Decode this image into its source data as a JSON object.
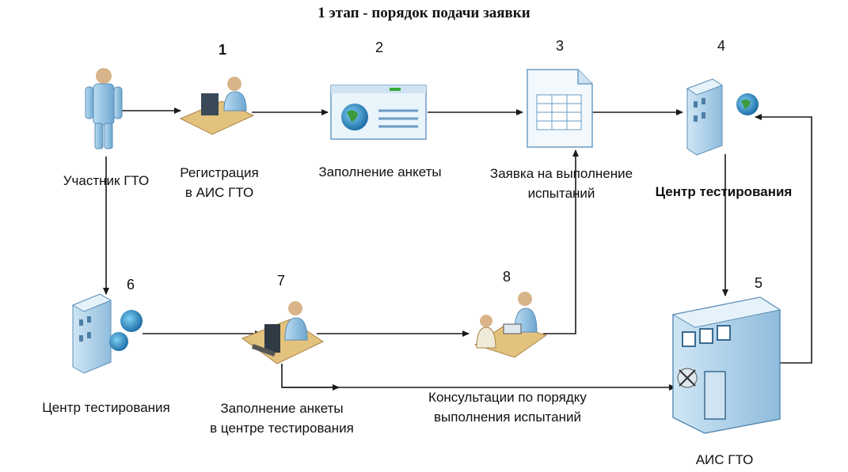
{
  "title": "1 этап - порядок подачи заявки",
  "nodes": {
    "participant": {
      "label": "Участник ГТО",
      "number": ""
    },
    "registration": {
      "label_line1": "Регистрация",
      "label_line2": "в АИС ГТО",
      "number": "1"
    },
    "form_fill": {
      "label": "Заполнение анкеты",
      "number": "2"
    },
    "application": {
      "label_line1": "Заявка на выполнение",
      "label_line2": "испытаний",
      "number": "3"
    },
    "test_center_top": {
      "label": "Центр тестирования",
      "number": "4"
    },
    "ais_gto": {
      "label": "АИС ГТО",
      "number": "5"
    },
    "test_center_bottom": {
      "label": "Центр тестирования",
      "number": "6"
    },
    "form_fill_center": {
      "label_line1": "Заполнение анкеты",
      "label_line2": "в центре тестирования",
      "number": "7"
    },
    "consultation": {
      "label_line1": "Консультации по порядку",
      "label_line2": "выполнения испытаний",
      "number": "8"
    }
  },
  "colors": {
    "line": "#1a1a1a",
    "icon_blue": "#9cc9e6",
    "icon_dark": "#4d7fa6",
    "skin": "#d9b48a",
    "desk": "#e3c27d"
  }
}
